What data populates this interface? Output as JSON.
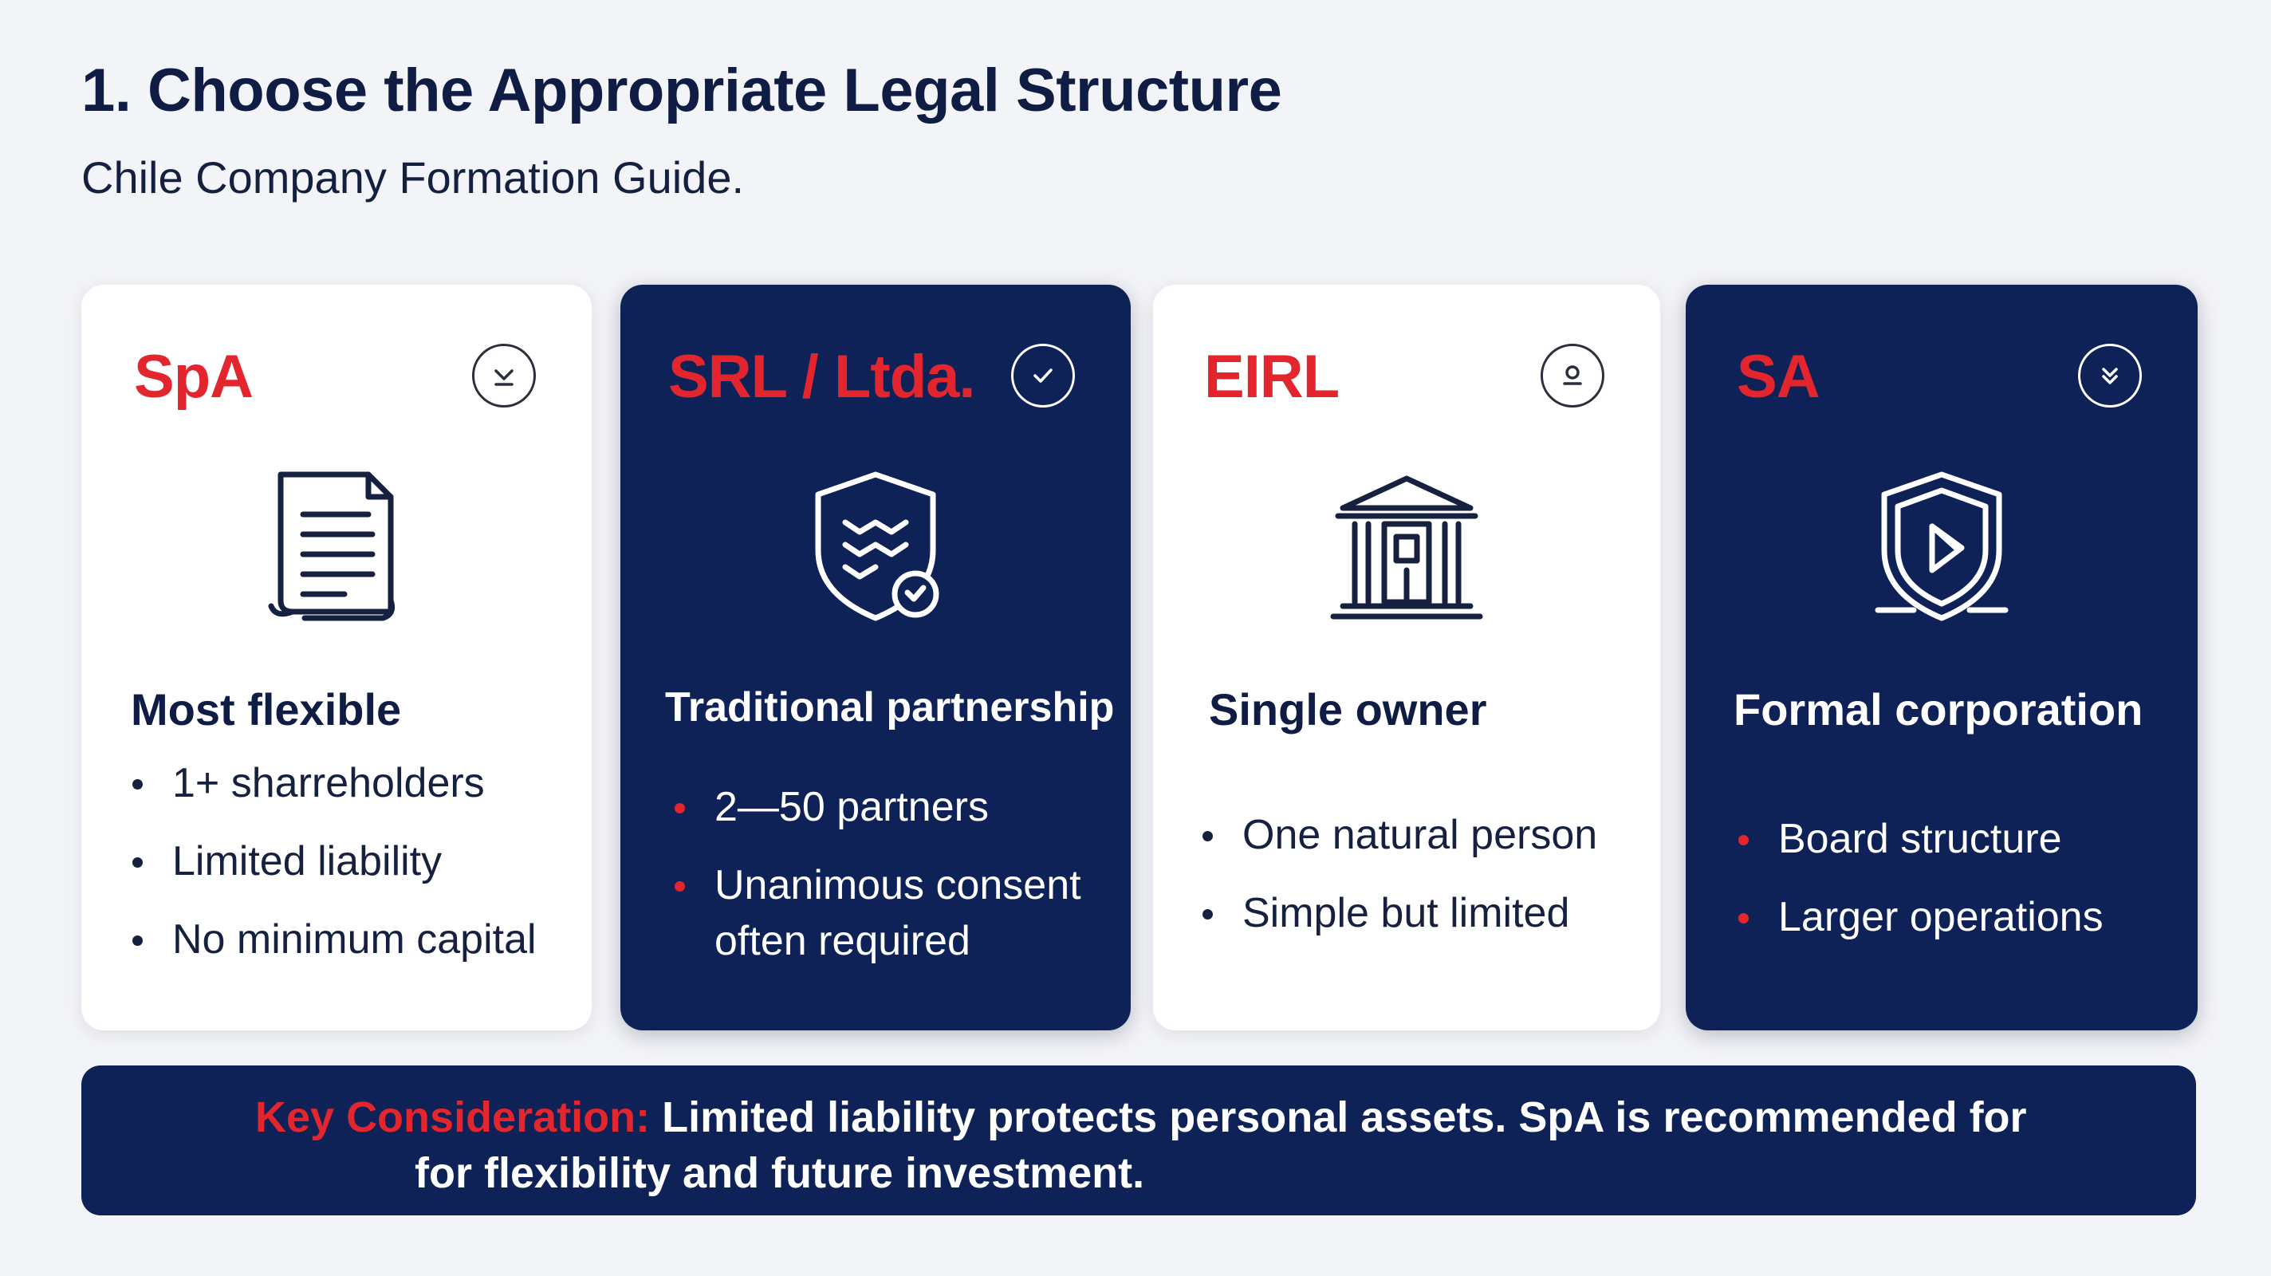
{
  "header": {
    "title": "1. Choose the Appropriate Legal Structure",
    "subtitle": "Chile Company Formation Guide."
  },
  "cards": [
    {
      "name": "SpA",
      "theme": "light",
      "badge_icon": "chevron-down-icon",
      "illustration_icon": "document-icon",
      "heading": "Most flexible",
      "bullets": [
        "1+ sharreholders",
        "Limited liability",
        "No minimum capital"
      ]
    },
    {
      "name": "SRL / Ltda.",
      "theme": "dark",
      "badge_icon": "check-icon",
      "illustration_icon": "shield-check-icon",
      "heading": "Traditional partnership",
      "bullets": [
        "2—50 partners",
        "Unanimous consent",
        "often required"
      ]
    },
    {
      "name": "EIRL",
      "theme": "light",
      "badge_icon": "person-icon",
      "illustration_icon": "building-icon",
      "heading": "Single owner",
      "bullets": [
        "One natural person",
        "Simple but limited"
      ]
    },
    {
      "name": "SA",
      "theme": "dark",
      "badge_icon": "double-chevron-icon",
      "illustration_icon": "shield-play-icon",
      "heading": "Formal corporation",
      "bullets": [
        "Board structure",
        "Larger operations"
      ]
    }
  ],
  "banner": {
    "key_label": "Key Consideration:",
    "line1": " Limited liability protects personal assets. SpA is recommended for",
    "line2": "for flexibility and future investment."
  },
  "colors": {
    "navy": "#0f2257",
    "accent_red": "#e3262e",
    "text_dark": "#0f1d45",
    "background": "#f3f4f7"
  }
}
